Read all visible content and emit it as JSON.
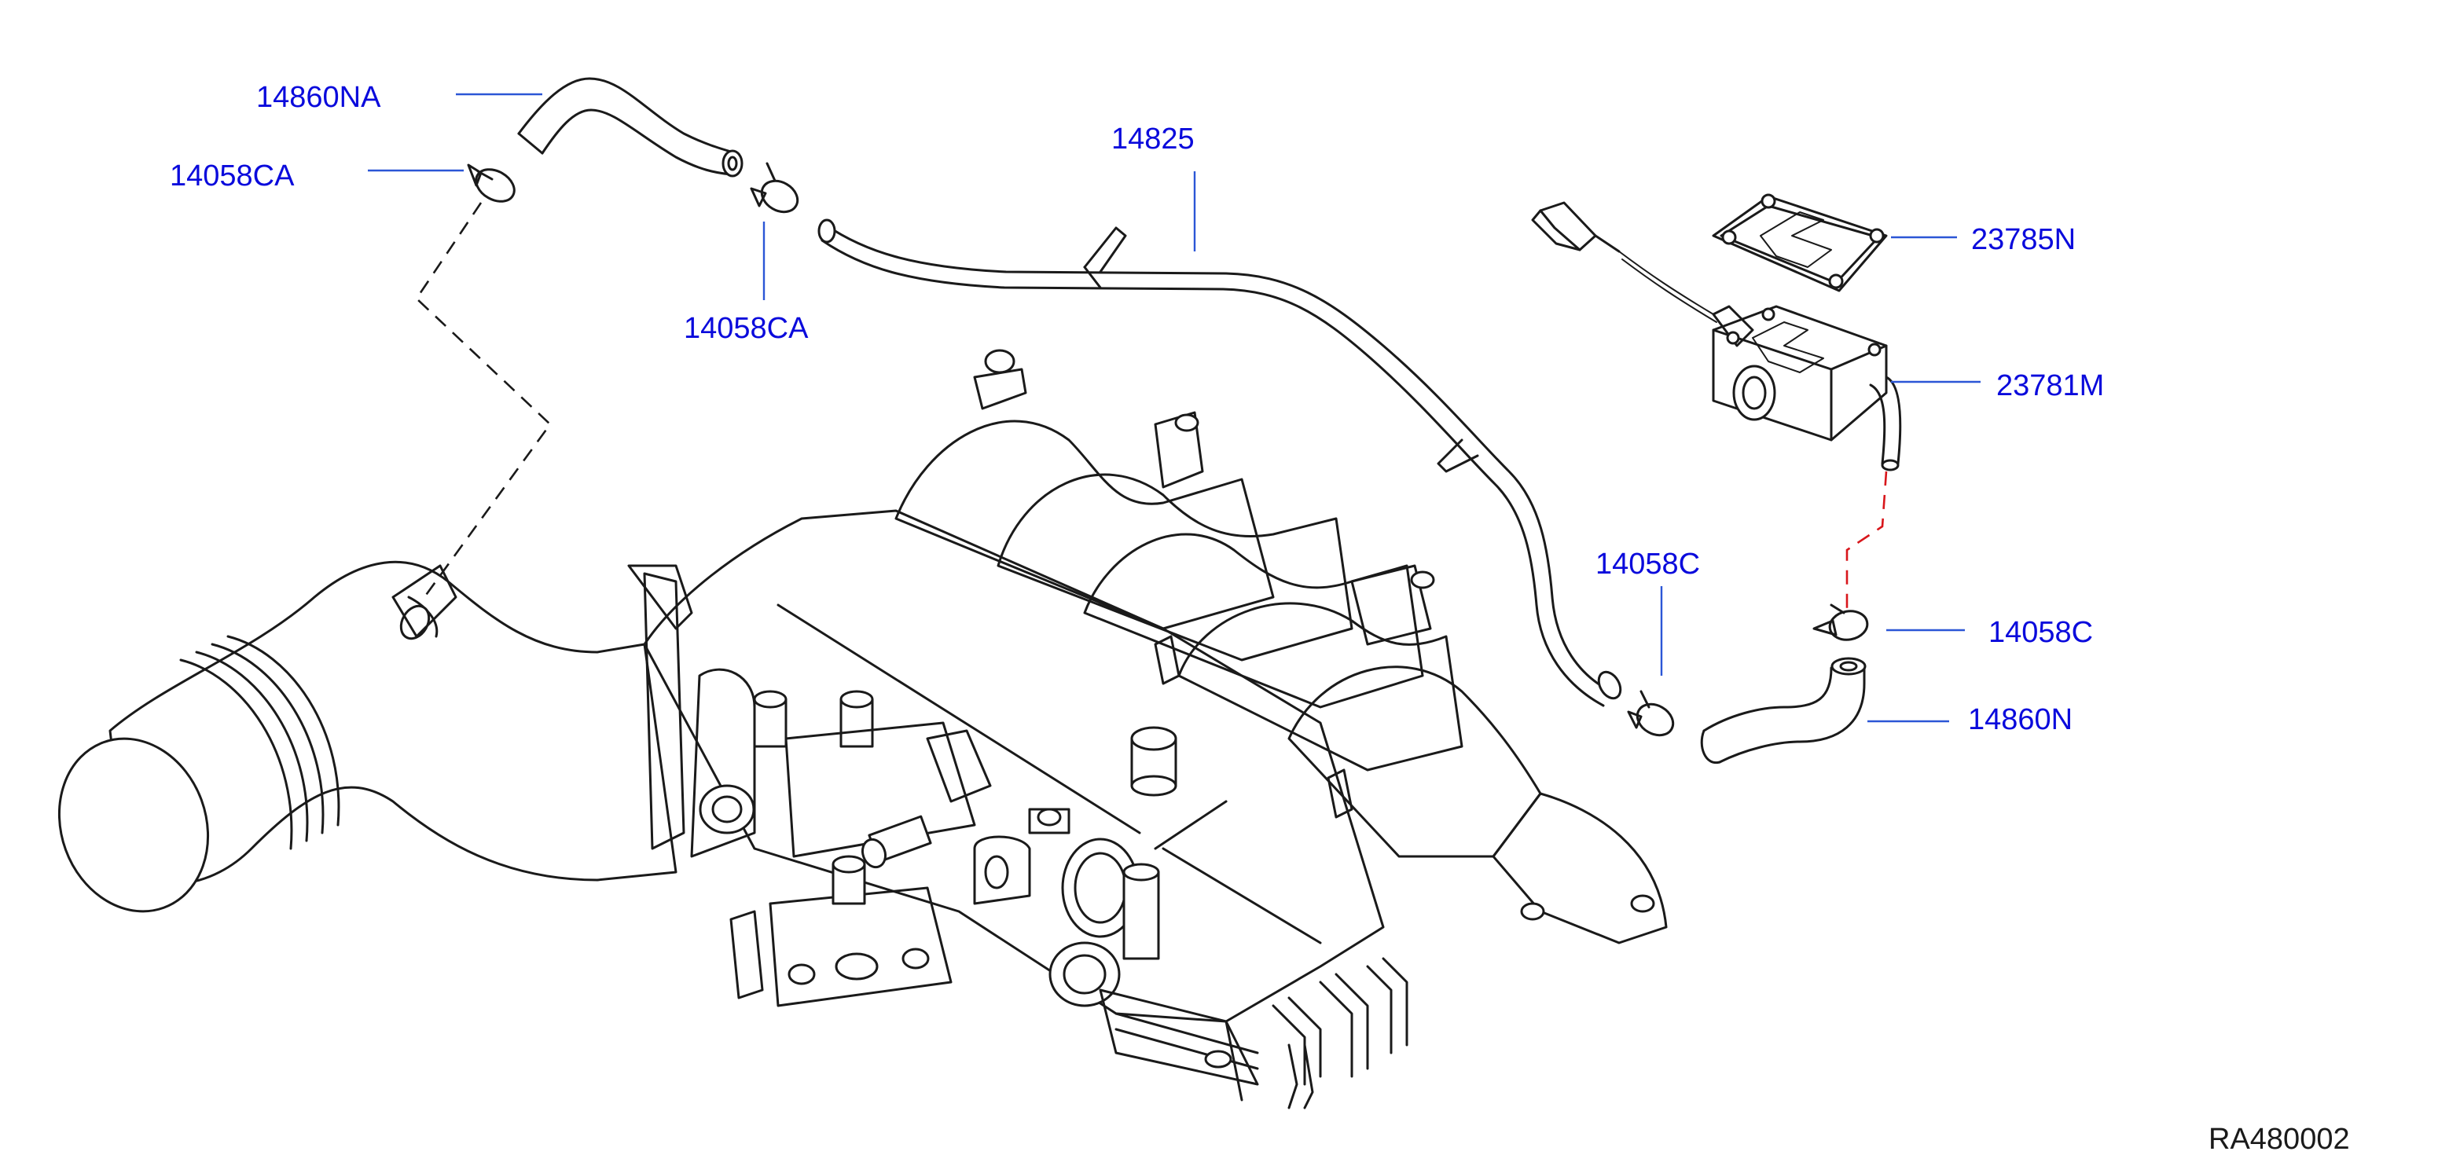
{
  "diagram": {
    "reference_code": "RA480002",
    "colors": {
      "label": "#0a0adc",
      "leader": "#2b56d6",
      "outline": "#1a1a1a",
      "dashed_connector_red": "#d8161b"
    },
    "callouts": [
      {
        "id": "hose-upper-left",
        "part": "14860NA"
      },
      {
        "id": "clamp-upper-left",
        "part": "14058CA"
      },
      {
        "id": "clamp-upper-mid",
        "part": "14058CA"
      },
      {
        "id": "tube-main",
        "part": "14825"
      },
      {
        "id": "gasket",
        "part": "23785N"
      },
      {
        "id": "valve-assembly",
        "part": "23781M"
      },
      {
        "id": "clamp-mid",
        "part": "14058C"
      },
      {
        "id": "clamp-right",
        "part": "14058C"
      },
      {
        "id": "hose-lower-right",
        "part": "14860N"
      }
    ]
  }
}
